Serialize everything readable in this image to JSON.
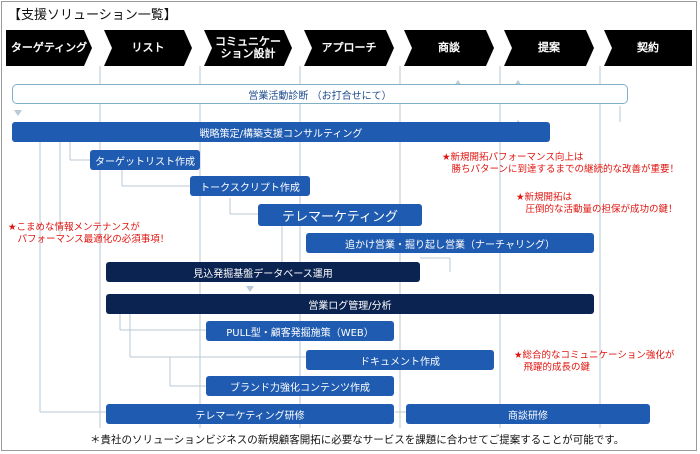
{
  "title": "【支援ソリューション一覧】",
  "phases": [
    "ターゲティング",
    "リスト",
    "コミュニケー\nション設計",
    "アプローチ",
    "商談",
    "提案",
    "契約"
  ],
  "services": {
    "sales_diagnosis": "営業活動診断 （お打合せにて）",
    "strategy": "戦略策定/構築支援コンサルティング",
    "target_list": "ターゲットリスト作成",
    "talk_script": "トークスクリプト作成",
    "telemarketing": "テレマーケティング",
    "follow_up": "追かけ営業・掘り起し営業（ナーチャリング）",
    "prospect_db": "見込発掘基盤データベース運用",
    "sales_log": "営業ログ管理/分析",
    "pull_web": "PULL型・顧客発掘施策（WEB）",
    "document": "ドキュメント作成",
    "brand_content": "ブランド力強化コンテンツ作成",
    "tele_training": "テレマーケティング研修",
    "negotiation_training": "商談研修"
  },
  "notes": {
    "maintenance": "★こまめな情報メンテナンスが\n　パフォーマンス最適化の必須事項！",
    "new_dev_perf": "★新規開拓パフォーマンス向上は\n　勝ちパターンに到達するまでの継続的な改善が重要！",
    "new_dev_activity": "★新規開拓は\n　圧倒的な活動量の担保が成功の鍵！",
    "communication": "★総合的なコミュニケーション強化が\n　飛躍的成長の鍵"
  },
  "footer": "＊貴社のソリューションビジネスの新規顧客開拓に必要なサービスを課題に合わせてご提案することが可能です。",
  "colors": {
    "phase_bar": "#000000",
    "service_blue": "#1f5bb0",
    "service_navy": "#0b2350",
    "note_red": "#e0140f",
    "outline": "#7fb0c8"
  }
}
